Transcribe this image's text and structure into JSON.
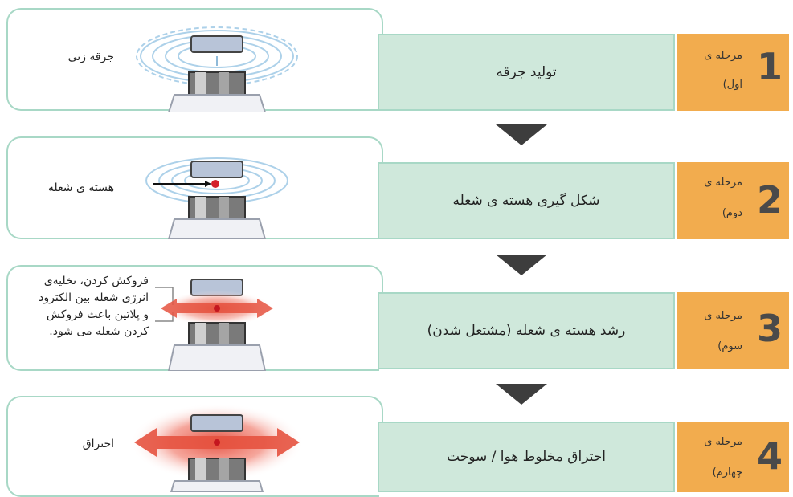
{
  "stages": [
    {
      "number": "1",
      "word": "مرحله ی",
      "ordinal": "اول)",
      "title": "تولید جرقه",
      "side_label": "جرقه زنی",
      "visual": "spark-swirl"
    },
    {
      "number": "2",
      "word": "مرحله ی",
      "ordinal": "دوم)",
      "title": "شکل گیری هسته ی شعله",
      "side_label": "هسته ی شعله",
      "visual": "flame-kernel"
    },
    {
      "number": "3",
      "word": "مرحله ی",
      "ordinal": "سوم)",
      "title": "رشد هسته ی شعله (مشتعل شدن)",
      "side_label_lines": [
        "فروکش کردن، تخلیه‌ی",
        "انرژی شعله بین الکترود",
        "و پلاتین باعث فروکش",
        "کردن شعله می شود."
      ],
      "visual": "flame-growth"
    },
    {
      "number": "4",
      "word": "مرحله ی",
      "ordinal": "چهارم)",
      "title": "احتراق مخلوط هوا / سوخت",
      "side_label": "احتراق",
      "visual": "combustion"
    }
  ],
  "colors": {
    "green_panel": "#cfe8db",
    "green_border": "#a8d8c6",
    "orange_panel": "#f2ac4e",
    "arrow": "#3d3d3d",
    "spark_blue": "#9fc9e6",
    "flame_red": "#e24a3a"
  }
}
